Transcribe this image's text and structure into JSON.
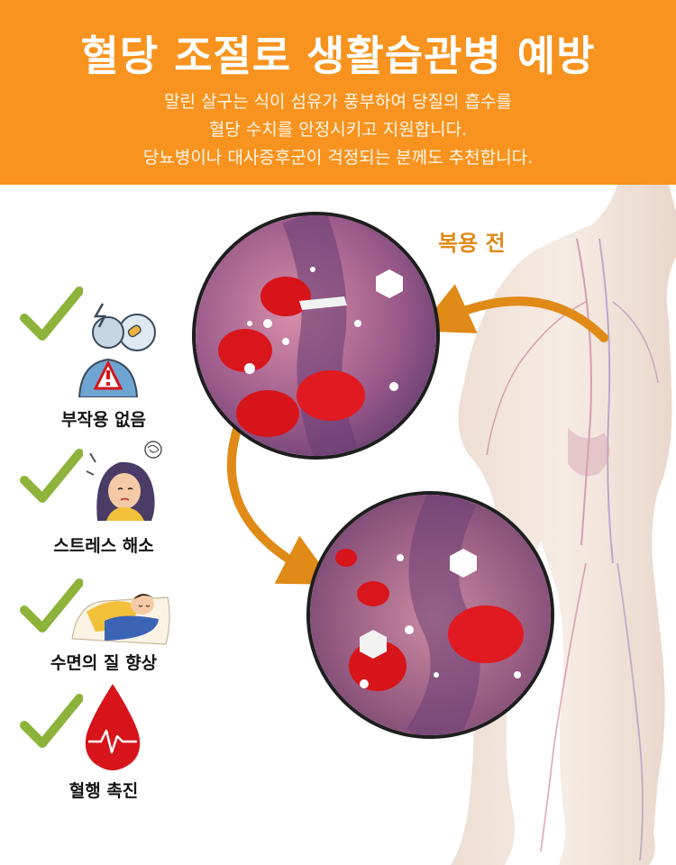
{
  "header": {
    "title": "혈당 조절로 생활습관병 예방",
    "desc_lines": [
      "말린 살구는 식이 섬유가 풍부하여 당질의 흡수를",
      "혈당 수치를 안정시키고 지원합니다.",
      "당뇨병이나 대사증후군이 걱정되는 분께도 추천합니다."
    ]
  },
  "annotation": "복용 전",
  "benefits": [
    {
      "label": "부작용 없음",
      "icon": "side-effect-warning-icon"
    },
    {
      "label": "스트레스 해소",
      "icon": "stressed-woman-icon"
    },
    {
      "label": "수면의 질 향상",
      "icon": "sleeping-person-icon"
    },
    {
      "label": "혈행 촉진",
      "icon": "blood-drop-pulse-icon"
    }
  ],
  "colors": {
    "header": "#f7931e",
    "check": "#8db33a",
    "annotation": "#e08a18",
    "blood": "#d7141a"
  }
}
